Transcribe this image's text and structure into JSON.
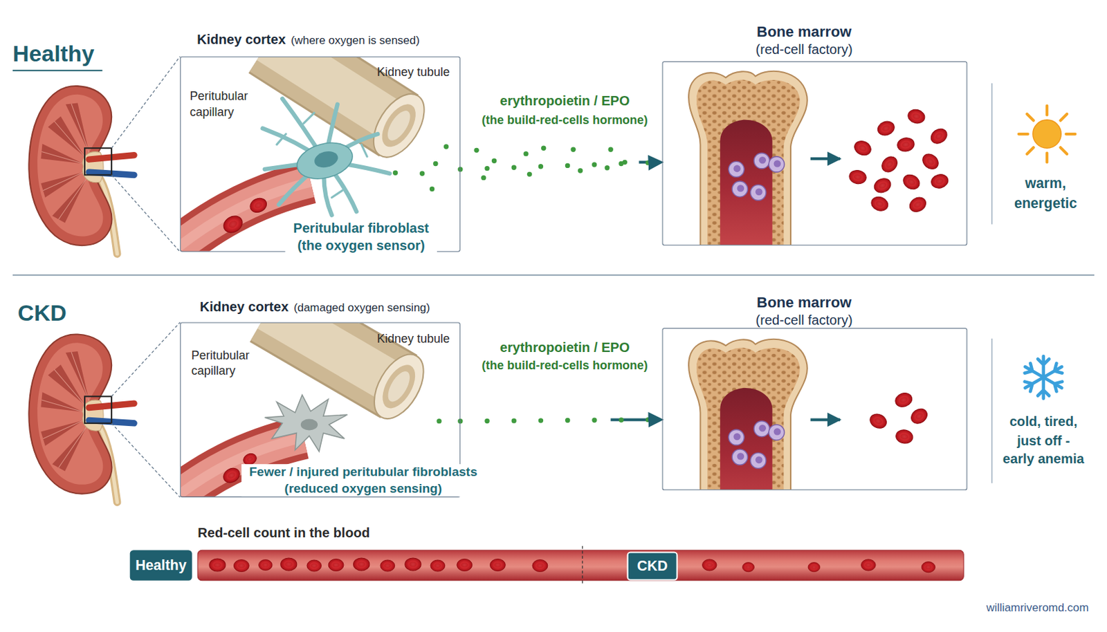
{
  "diagram": {
    "nodes": [
      {
        "text": [
          "Kidney cortex",
          "(where oxygen is sensed)",
          "Peritubular capillary",
          "Kidney tubule",
          "Peritubular fibroblast (the oxygen sensor)"
        ]
      },
      {
        "text": [
          "Bone marrow",
          "(red-cell factory)"
        ]
      },
      {
        "text": [
          "Kidney cortex",
          "(damaged oxygen sensing)",
          "Peritubular capillary",
          "Kidney tubule",
          "Fewer / injured peritubular fibroblasts (reduced oxygen sensing)"
        ]
      },
      {
        "text": [
          "Bone marrow",
          "(red-cell factory)"
        ]
      },
      {
        "text": [
          "Healthy"
        ]
      },
      {
        "text": [
          "CKD"
        ]
      }
    ],
    "edges": [
      {
        "from": 0,
        "to": 1,
        "label": "erythropoietin / EPO",
        "arrow": "to"
      },
      {
        "from": 2,
        "to": 3,
        "label": "erythropoietin / EPO",
        "arrow": "to"
      }
    ],
    "labels": [
      "Healthy",
      "(the build-red-cells hormone)",
      "warm, energetic",
      "CKD",
      "(the build-red-cells hormone)",
      "cold, tired, just off - early anemia",
      "Red-cell count in the blood",
      "williamriveromd.com"
    ]
  }
}
